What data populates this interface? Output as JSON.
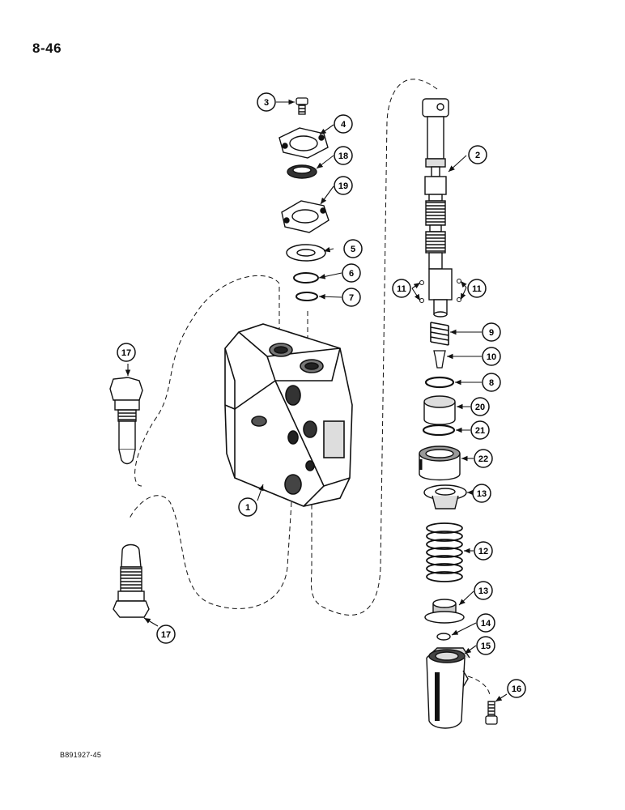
{
  "page": {
    "number": "8-46",
    "figure_code": "B891927-45"
  },
  "callouts": [
    {
      "id": "c1",
      "label": "1"
    },
    {
      "id": "c2",
      "label": "2"
    },
    {
      "id": "c3",
      "label": "3"
    },
    {
      "id": "c4",
      "label": "4"
    },
    {
      "id": "c5",
      "label": "5"
    },
    {
      "id": "c6",
      "label": "6"
    },
    {
      "id": "c7",
      "label": "7"
    },
    {
      "id": "c8",
      "label": "8"
    },
    {
      "id": "c9",
      "label": "9"
    },
    {
      "id": "c10",
      "label": "10"
    },
    {
      "id": "c11a",
      "label": "11"
    },
    {
      "id": "c11b",
      "label": "11"
    },
    {
      "id": "c12",
      "label": "12"
    },
    {
      "id": "c13a",
      "label": "13"
    },
    {
      "id": "c13b",
      "label": "13"
    },
    {
      "id": "c14",
      "label": "14"
    },
    {
      "id": "c15",
      "label": "15"
    },
    {
      "id": "c16",
      "label": "16"
    },
    {
      "id": "c17a",
      "label": "17"
    },
    {
      "id": "c17b",
      "label": "17"
    },
    {
      "id": "c18",
      "label": "18"
    },
    {
      "id": "c19",
      "label": "19"
    },
    {
      "id": "c20",
      "label": "20"
    },
    {
      "id": "c21",
      "label": "21"
    },
    {
      "id": "c22",
      "label": "22"
    }
  ]
}
